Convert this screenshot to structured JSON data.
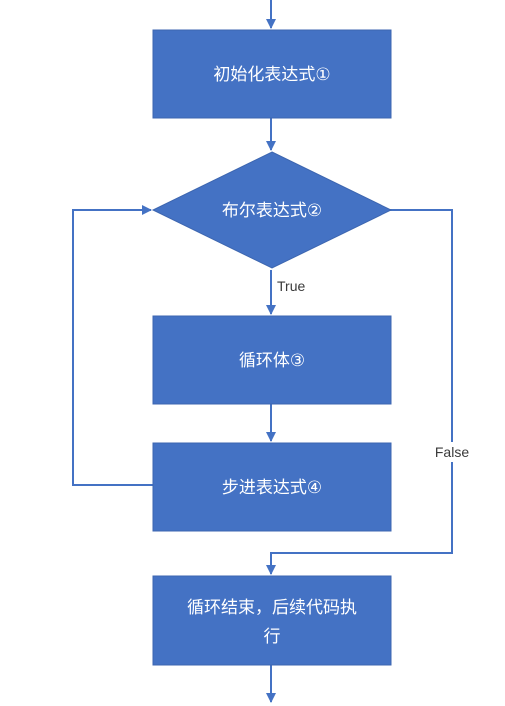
{
  "diagram": {
    "nodes": {
      "init": "初始化表达式①",
      "condition": "布尔表达式②",
      "body": "循环体③",
      "step": "步进表达式④",
      "end_line1": "循环结束，后续代码执",
      "end_line2": "行"
    },
    "edge_labels": {
      "true": "True",
      "false": "False"
    }
  },
  "colors": {
    "node_fill": "#4472c4",
    "arrow": "#4472c4",
    "node_text": "#ffffff"
  }
}
